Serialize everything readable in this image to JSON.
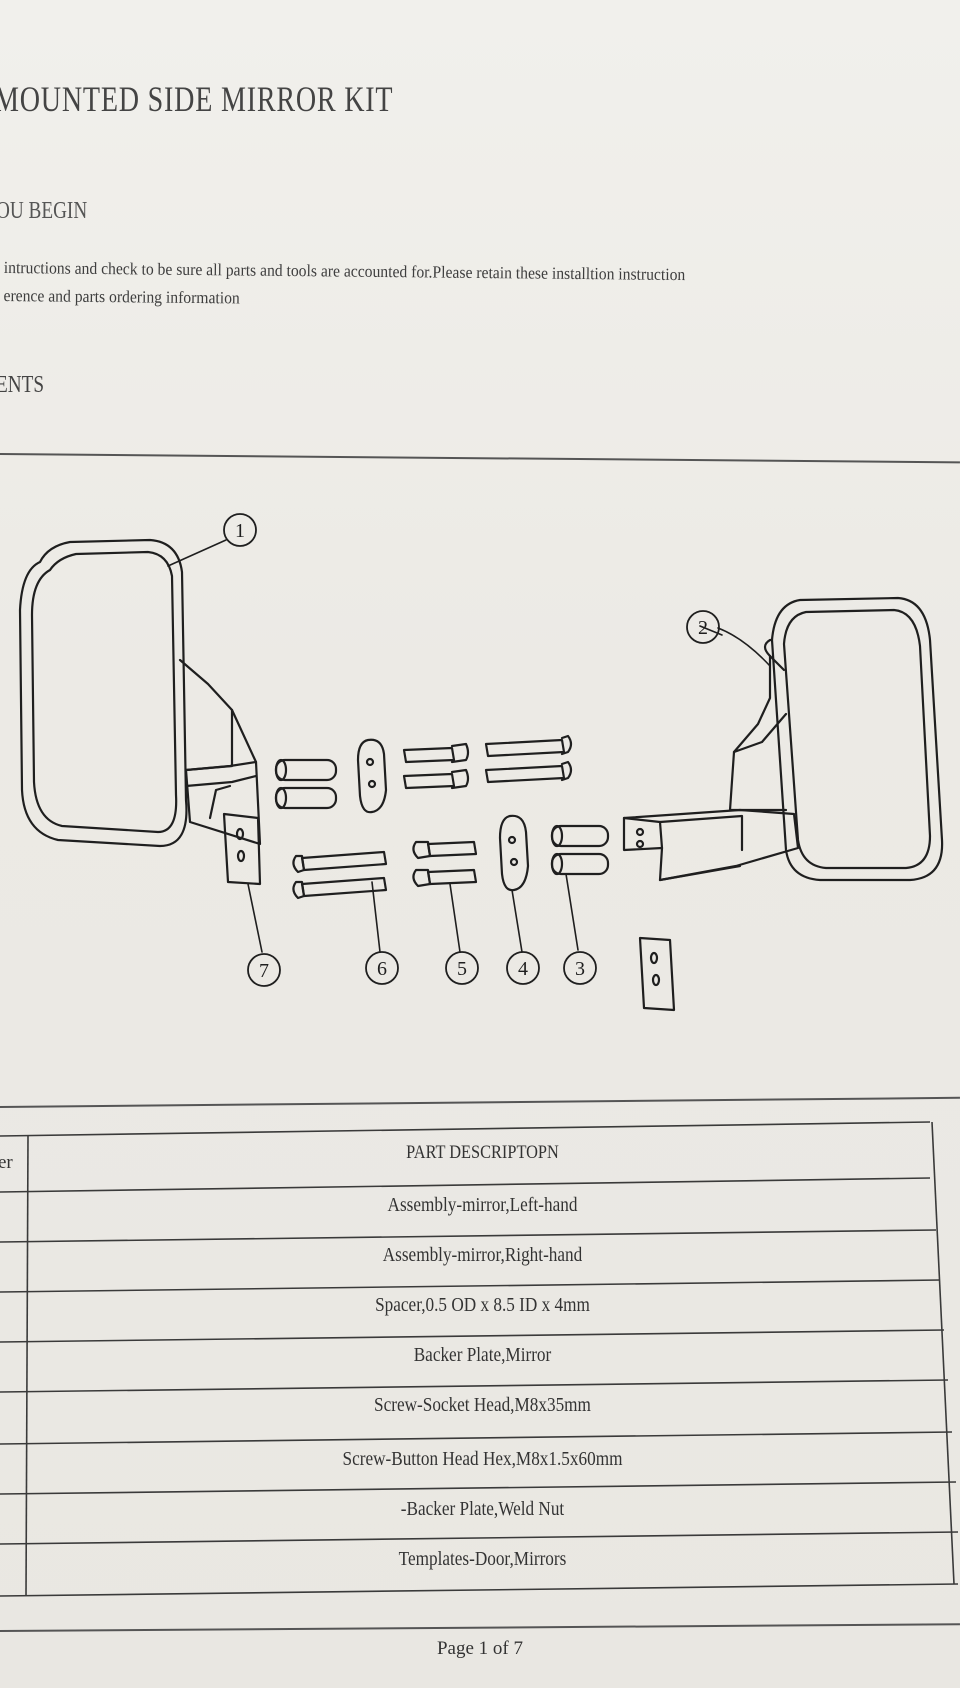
{
  "document": {
    "title": "MOUNTED SIDE MIRROR KIT",
    "heading": "OU BEGIN",
    "intro_lines": [
      "intructions and check to be sure all parts and tools are accounted for.Please retain these installtion instruction",
      "erence and parts ordering information"
    ],
    "contents_heading": "ENTS"
  },
  "diagram": {
    "callouts": [
      "1",
      "2",
      "3",
      "4",
      "5",
      "6",
      "7"
    ]
  },
  "parts_table": {
    "column_stub": "er",
    "header": "PART DESCRIPTOPN",
    "rows": [
      "Assembly-mirror,Left-hand",
      "Assembly-mirror,Right-hand",
      "Spacer,0.5 OD x 8.5 ID x 4mm",
      "Backer Plate,Mirror",
      "Screw-Socket Head,M8x35mm",
      "Screw-Button Head Hex,M8x1.5x60mm",
      "-Backer Plate,Weld Nut",
      "Templates-Door,Mirrors"
    ]
  },
  "footer": {
    "page_label": "Page 1 of 7"
  }
}
